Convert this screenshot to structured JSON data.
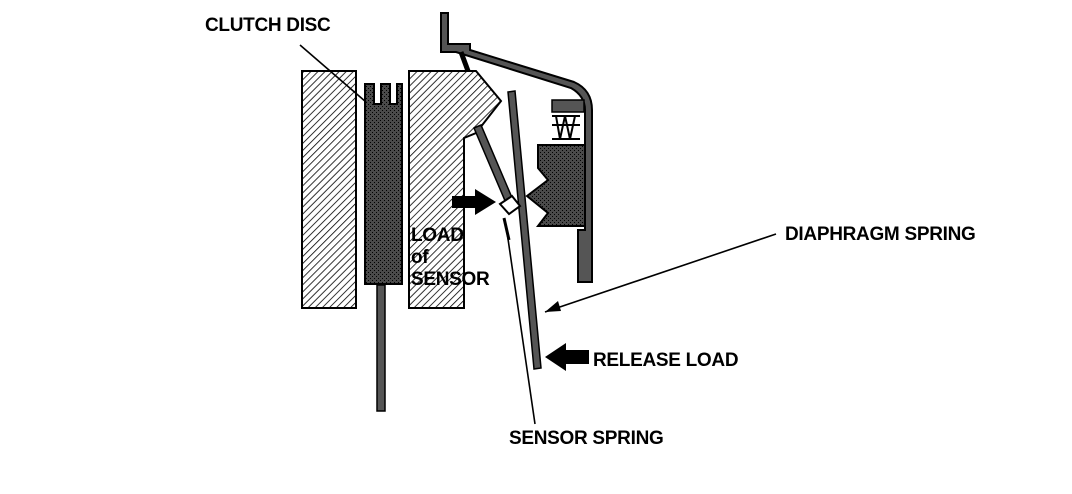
{
  "labels": {
    "clutch_disc": "CLUTCH DISC",
    "diaphragm_spring": "DIAPHRAGM SPRING",
    "release_load": "RELEASE LOAD",
    "sensor_spring": "SENSOR SPRING",
    "load_of_sensor": [
      "LOAD",
      "of",
      "SENSOR"
    ]
  },
  "colors": {
    "line": "#000000",
    "fill_gray": "#555555",
    "background": "#ffffff"
  }
}
